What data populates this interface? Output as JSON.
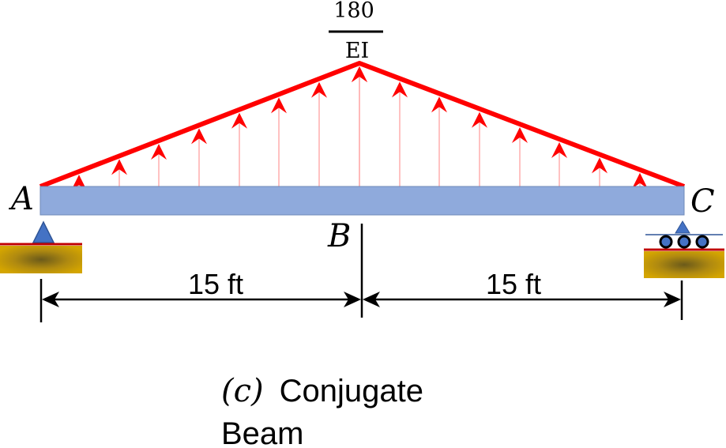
{
  "load": {
    "numerator": "180",
    "denominator": "EI",
    "color": "#ff0000"
  },
  "points": {
    "a": "A",
    "b": "B",
    "c": "C"
  },
  "dimensions": {
    "left_span": "15 ft",
    "right_span": "15 ft"
  },
  "caption": {
    "tag": "(c)",
    "line1": "Conjugate",
    "line2": "Beam"
  },
  "colors": {
    "beam": "#8faadc",
    "support_triangle": "#4472c4",
    "ground": "#c09000",
    "load_line": "#ff0000",
    "load_arrows": "#ff0000"
  }
}
